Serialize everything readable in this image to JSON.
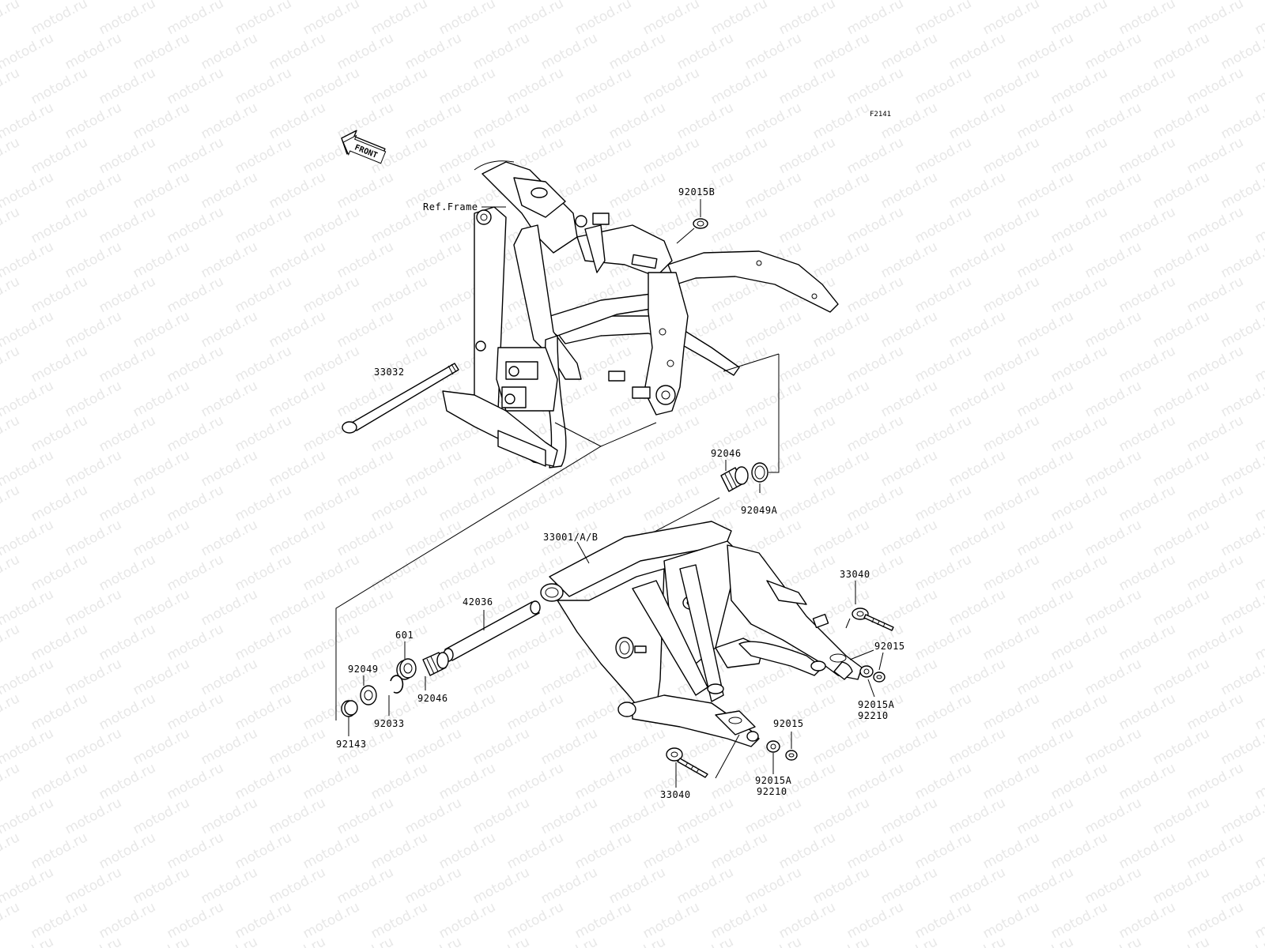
{
  "diagram_code": "F2141",
  "front_arrow_text": "FRONT",
  "ref_frame_label": "Ref.Frame",
  "watermark_text": "motod.ru",
  "parts": {
    "p92015B": "92015B",
    "p33032": "33032",
    "p92046_top": "92046",
    "p92049A": "92049A",
    "p33001AB": "33001/A/B",
    "p33040_right": "33040",
    "p42036": "42036",
    "p601": "601",
    "p92049": "92049",
    "p92046_left": "92046",
    "p92033": "92033",
    "p92143": "92143",
    "p92015_right": "92015",
    "p92015A_right": "92015A",
    "p92210_right": "92210",
    "p92015_bottom": "92015",
    "p92015A_bottom": "92015A",
    "p92210_bottom": "92210",
    "p33040_bottom": "33040"
  }
}
